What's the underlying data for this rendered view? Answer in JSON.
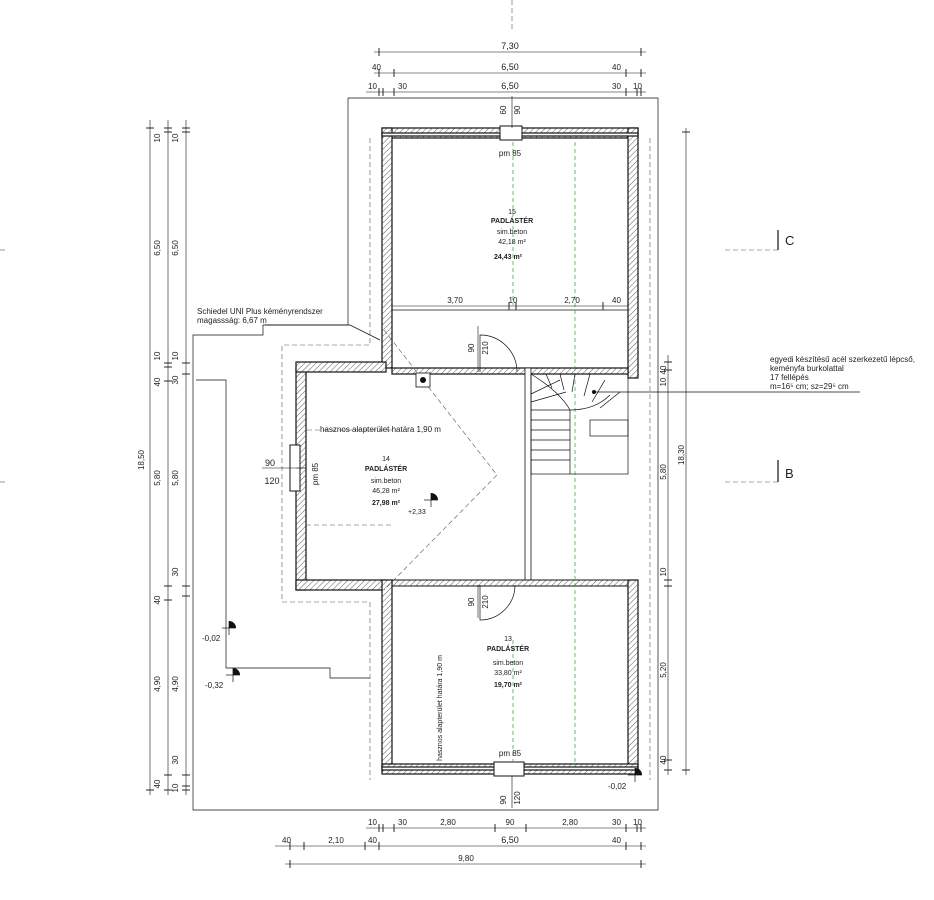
{
  "dimensions": {
    "top": {
      "row1": [
        "7,30"
      ],
      "row2": [
        "40",
        "6,50",
        "40"
      ],
      "row3": [
        "10",
        "30",
        "6,50",
        "30",
        "10"
      ],
      "top_wall": [
        "60",
        "90"
      ]
    },
    "bottom": {
      "row1": [
        "10",
        "30",
        "2,80",
        "90",
        "2,80",
        "30",
        "10"
      ],
      "row2": [
        "40",
        "2,10",
        "40",
        "6,50",
        "40"
      ],
      "row3": [
        "9,80"
      ],
      "bottom_wall": [
        "90",
        "120"
      ]
    },
    "left_outer": [
      "10",
      "6,50",
      "10",
      "40",
      "30",
      "5,80",
      "30",
      "40",
      "4,90",
      "30",
      "40",
      "10",
      "18,50"
    ],
    "right_outer": [
      "18,30",
      "40",
      "10",
      "5,80",
      "10",
      "5,20",
      "40"
    ],
    "inner": {
      "mid_row": [
        "3,70",
        "10",
        "2,70",
        "40"
      ],
      "door_upper": [
        "90",
        "210"
      ],
      "door_lower": [
        "90",
        "210"
      ],
      "left_window": [
        "90",
        "120"
      ],
      "pm_top": "pm 85",
      "pm_left": "pm 85",
      "pm_bottom": "pm 85"
    }
  },
  "rooms": [
    {
      "number": "15",
      "name": "PADLÁSTÉR",
      "finish": "sim.beton",
      "area": "42,18 m²",
      "net_area": "24,43 m²"
    },
    {
      "number": "14",
      "name": "PADLÁSTÉR",
      "finish": "sim.beton",
      "area": "46,28 m²",
      "net_area": "27,98 m²"
    },
    {
      "number": "13",
      "name": "PADLÁSTÉR",
      "finish": "sim.beton",
      "area": "33,80 m²",
      "net_area": "19,70 m²"
    }
  ],
  "annotations": {
    "chimney_line1": "Schiedel UNI Plus kéményrendszer",
    "chimney_line2": "magassság: 6,67 m",
    "stair_line1": "egyedi készítésű acél szerkezetű lépcső,",
    "stair_line2": "keményfa burkolattal",
    "stair_line3": "17 fellépés",
    "stair_line4": "m=16⁵ cm; sz=29⁵ cm",
    "useful_area_h": "hasznos alapterület határa 1,90 m",
    "useful_area_v": "hasznos alapterület határa 1,90 m",
    "level_233": "+2,33",
    "level_002a": "-0,02",
    "level_032": "-0,32",
    "level_002b": "-0,02"
  },
  "sections": {
    "c": "C",
    "b": "B"
  },
  "colors": {
    "line": "#111111",
    "green_dash": "#3a9a3a",
    "text": "#222222"
  }
}
